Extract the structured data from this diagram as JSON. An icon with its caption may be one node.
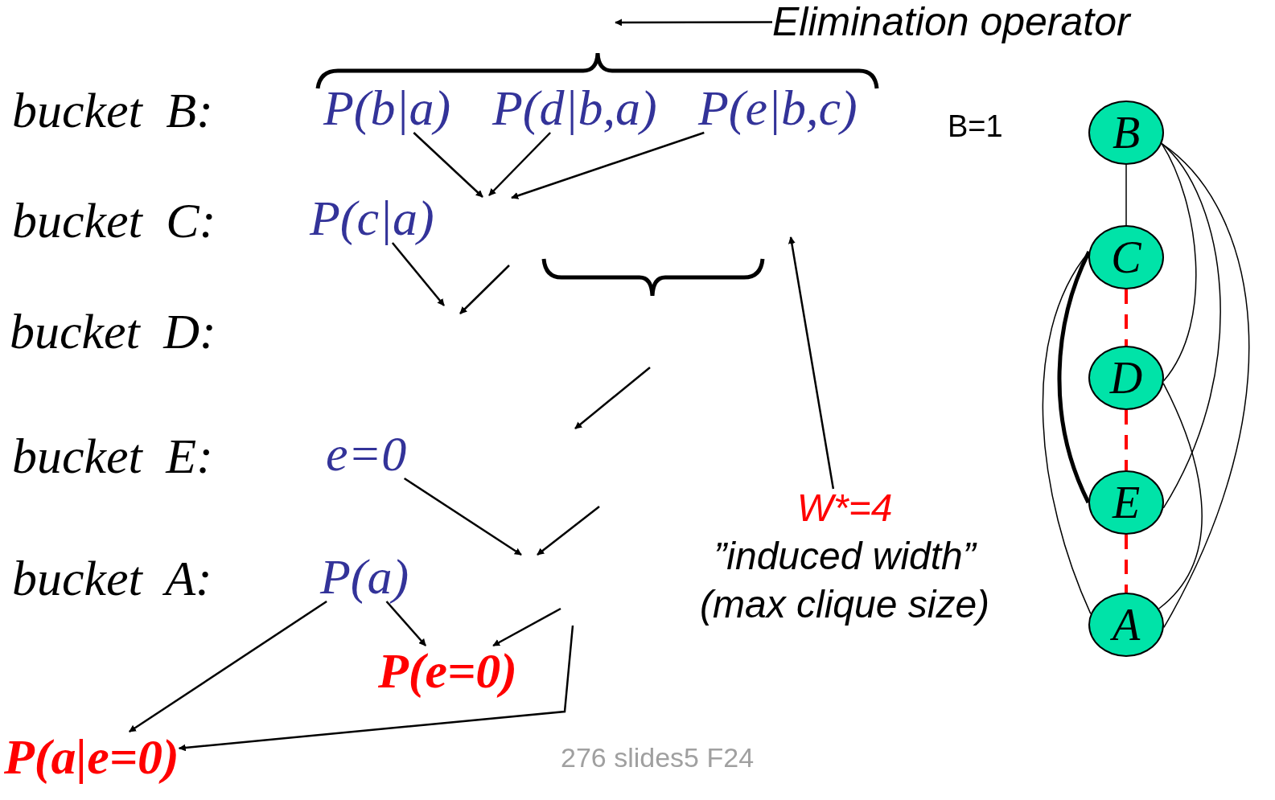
{
  "diagram": {
    "nodes": [
      {
        "text": [
          "Elimination operator"
        ]
      },
      {
        "text": [
          "P(b|a)"
        ]
      },
      {
        "text": [
          "P(d|b,a)"
        ]
      },
      {
        "text": [
          "P(e|b,c)"
        ]
      },
      {
        "text": [
          "P(c|a)"
        ]
      },
      {
        "text": [
          "e=0"
        ]
      },
      {
        "text": [
          "W*=4",
          "”induced width”",
          "(max clique size)"
        ]
      },
      {
        "text": [
          "P(a)"
        ]
      },
      {
        "text": [
          "P(e=0)"
        ]
      },
      {
        "text": [
          "P(a|e=0)"
        ]
      },
      {
        "text": [
          "B"
        ]
      },
      {
        "text": [
          "C"
        ]
      },
      {
        "text": [
          "D"
        ]
      },
      {
        "text": [
          "E"
        ]
      },
      {
        "text": [
          "A"
        ]
      }
    ],
    "edges": [
      {
        "from": 0,
        "to": null,
        "arrow": "to"
      },
      {
        "from": 1,
        "to": null,
        "arrow": "to"
      },
      {
        "from": 2,
        "to": null,
        "arrow": "to"
      },
      {
        "from": 3,
        "to": null,
        "arrow": "to"
      },
      {
        "from": 4,
        "to": null,
        "arrow": "to"
      },
      {
        "from": 5,
        "to": null,
        "arrow": "to"
      },
      {
        "from": 6,
        "to": null,
        "arrow": "to"
      },
      {
        "from": 7,
        "to": 8,
        "arrow": "to"
      },
      {
        "from": 7,
        "to": 9,
        "arrow": "to"
      },
      {
        "from": null,
        "to": 8,
        "arrow": "to"
      },
      {
        "from": null,
        "to": 9,
        "arrow": "to"
      },
      {
        "from": 10,
        "to": 11,
        "arrow": "none"
      },
      {
        "from": 10,
        "to": 12,
        "arrow": "none"
      },
      {
        "from": 10,
        "to": 13,
        "arrow": "none"
      },
      {
        "from": 10,
        "to": 14,
        "arrow": "none"
      },
      {
        "from": 11,
        "to": 12,
        "arrow": "none",
        "style": "dashed",
        "color": "#ff0000"
      },
      {
        "from": 11,
        "to": 13,
        "arrow": "none",
        "style": "thick"
      },
      {
        "from": 11,
        "to": 14,
        "arrow": "none"
      },
      {
        "from": 12,
        "to": 13,
        "arrow": "none",
        "style": "dashed",
        "color": "#ff0000"
      },
      {
        "from": 12,
        "to": 14,
        "arrow": "none"
      },
      {
        "from": 13,
        "to": 14,
        "arrow": "none",
        "style": "dashed",
        "color": "#ff0000"
      }
    ],
    "labels": [
      "bucket B:",
      "B=1",
      "bucket C:",
      "bucket D:",
      "bucket E:",
      "bucket A:",
      "276 slides5 F24"
    ]
  }
}
